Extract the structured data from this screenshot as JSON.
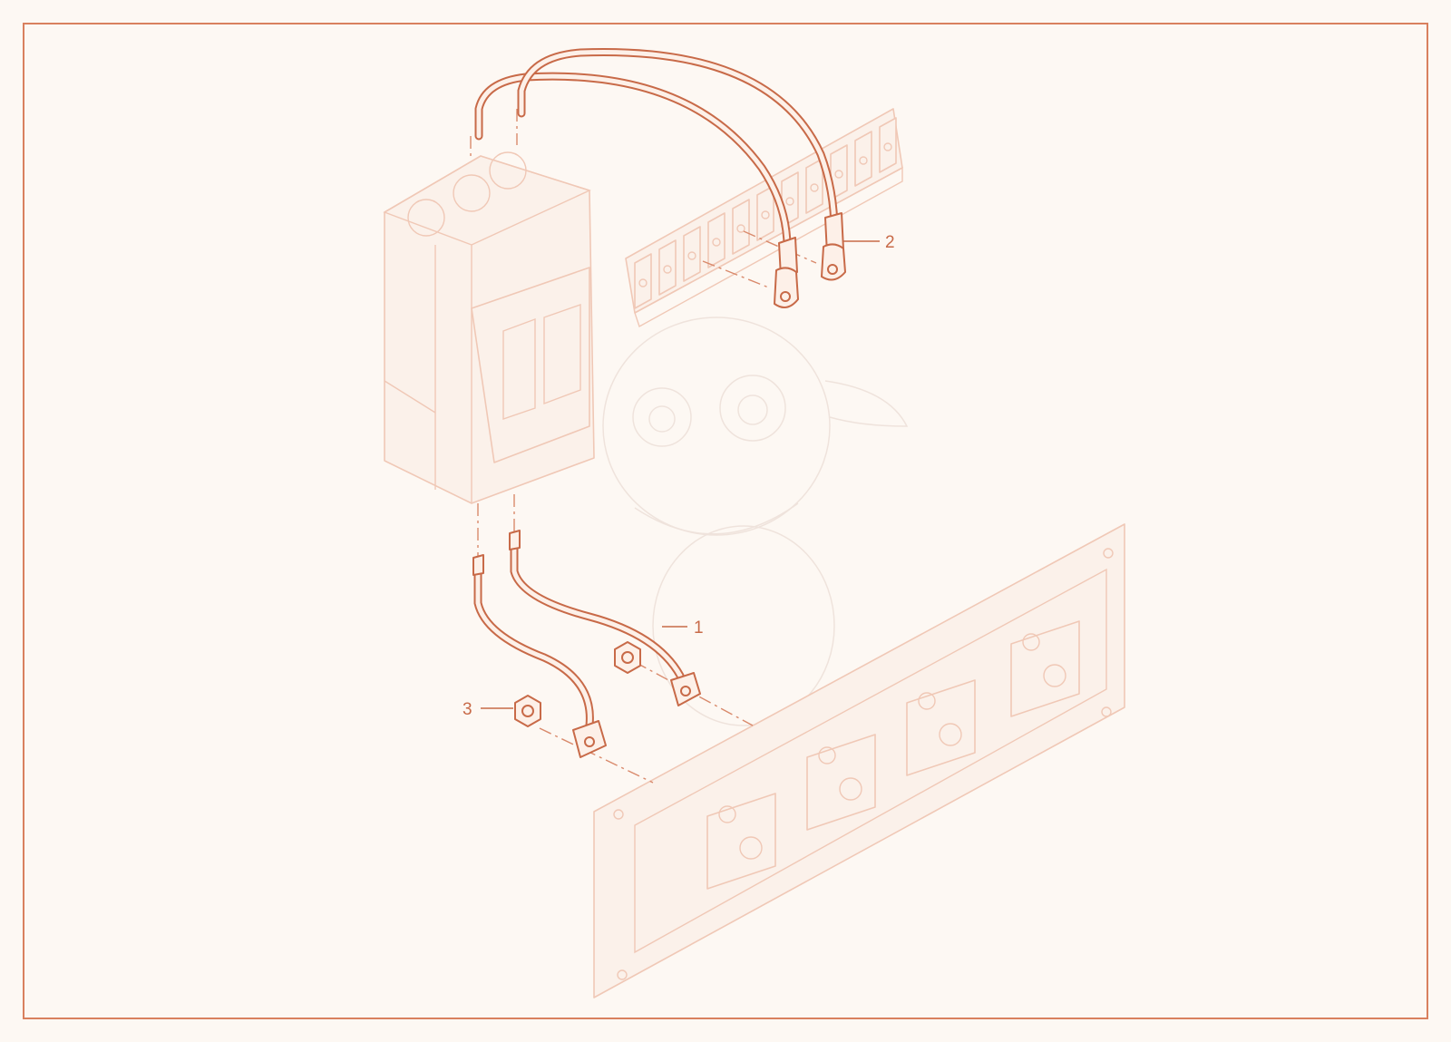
{
  "diagram": {
    "callouts": [
      {
        "id": "callout-1",
        "label": "1"
      },
      {
        "id": "callout-2",
        "label": "2"
      },
      {
        "id": "callout-3",
        "label": "3"
      }
    ],
    "colors": {
      "accent": "#c86a48",
      "faint_line": "#f0c8b6",
      "background": "#fdf8f3"
    }
  }
}
